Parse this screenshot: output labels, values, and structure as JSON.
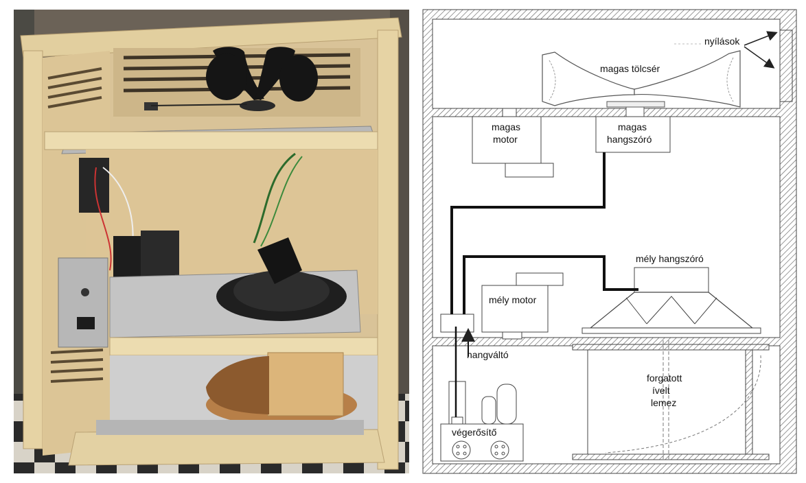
{
  "diagram": {
    "labels": {
      "openings": "nyílások",
      "treble_horn": "magas tölcsér",
      "treble_motor_1": "magas",
      "treble_motor_2": "motor",
      "treble_driver_1": "magas",
      "treble_driver_2": "hangszóró",
      "bass_speaker": "mély hangszóró",
      "bass_motor": "mély motor",
      "crossover": "hangváltó",
      "rotating_plate_1": "forgatott",
      "rotating_plate_2": "ívelt",
      "rotating_plate_3": "lemez",
      "amplifier": "végerősítő"
    }
  },
  "colors": {
    "wood": "#e6cf9e",
    "sheet_metal": "#bdbdbd",
    "horn_black": "#1a1a1a",
    "line": "#222222"
  }
}
